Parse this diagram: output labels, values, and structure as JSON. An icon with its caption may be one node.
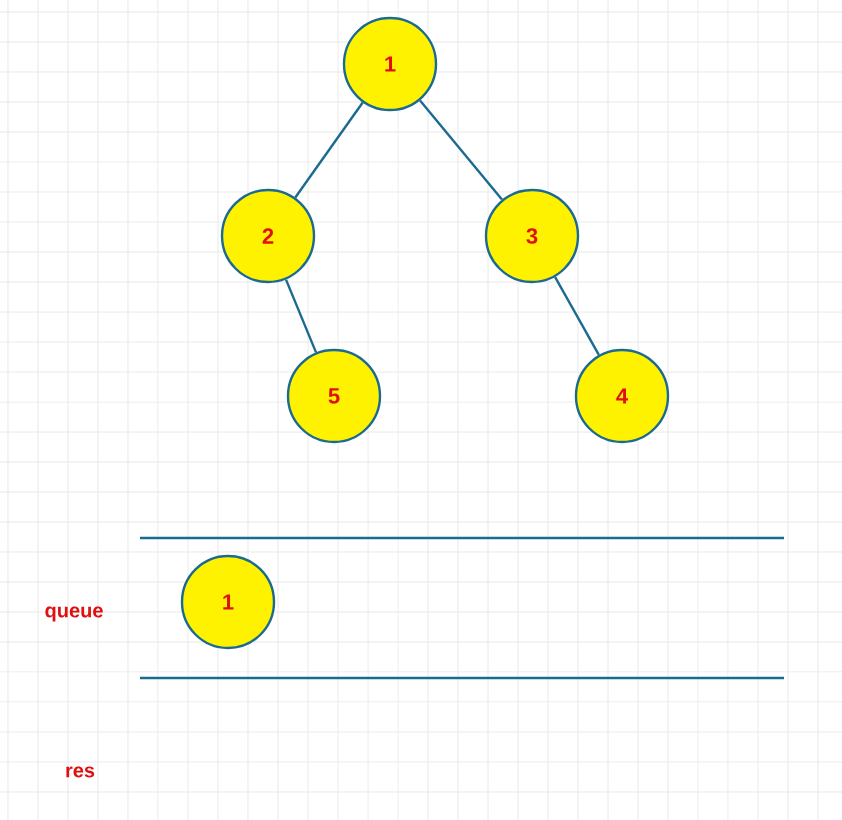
{
  "diagram": {
    "nodes": [
      {
        "text": [
          "1"
        ]
      },
      {
        "text": [
          "2"
        ]
      },
      {
        "text": [
          "3"
        ]
      },
      {
        "text": [
          "5"
        ]
      },
      {
        "text": [
          "4"
        ]
      },
      {
        "text": [
          "1"
        ]
      }
    ],
    "edges": [
      {
        "from": 0,
        "to": 1,
        "arrow": "none"
      },
      {
        "from": 0,
        "to": 2,
        "arrow": "none"
      },
      {
        "from": 1,
        "to": 3,
        "arrow": "none"
      },
      {
        "from": 2,
        "to": 4,
        "arrow": "none"
      }
    ],
    "labels": [
      "queue",
      "res"
    ]
  }
}
